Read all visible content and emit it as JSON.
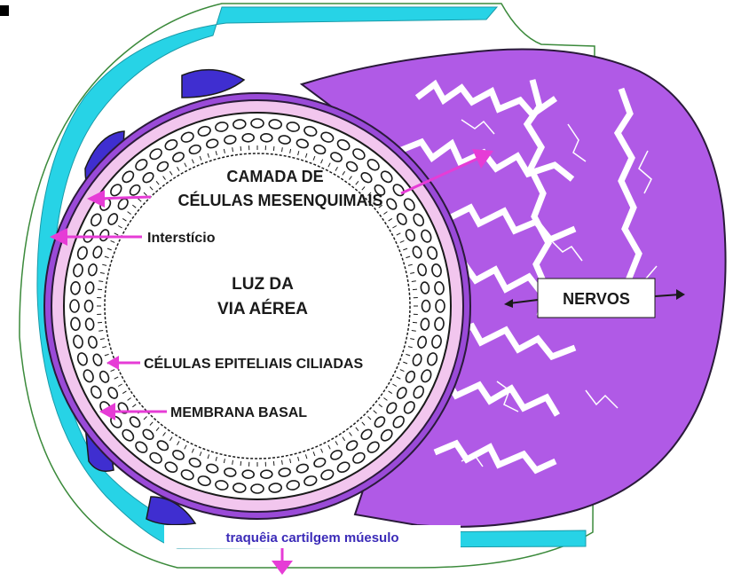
{
  "labels": {
    "mesenchymal_line1": "CAMADA DE",
    "mesenchymal_line2": "CÉLULAS MESENQUIMAIS",
    "interstitium": "Interstício",
    "lumen_line1": "LUZ DA",
    "lumen_line2": "VIA AÉREA",
    "nerves": "NERVOS",
    "ciliated_cells": "CÉLULAS EPITELIAIS CILIADAS",
    "basal_membrane": "MEMBRANA BASAL",
    "trachea": "traquêia cartilgem múesulo"
  },
  "colors": {
    "cartilage": "#27d3e6",
    "nerve_tissue": "#b05ae6",
    "nerve_dark": "#8a3ec4",
    "ring": "#f2c6ee",
    "blue_nodule": "#3f2ed0",
    "arrow": "#e63cd6",
    "outline": "#2a6b2a"
  }
}
